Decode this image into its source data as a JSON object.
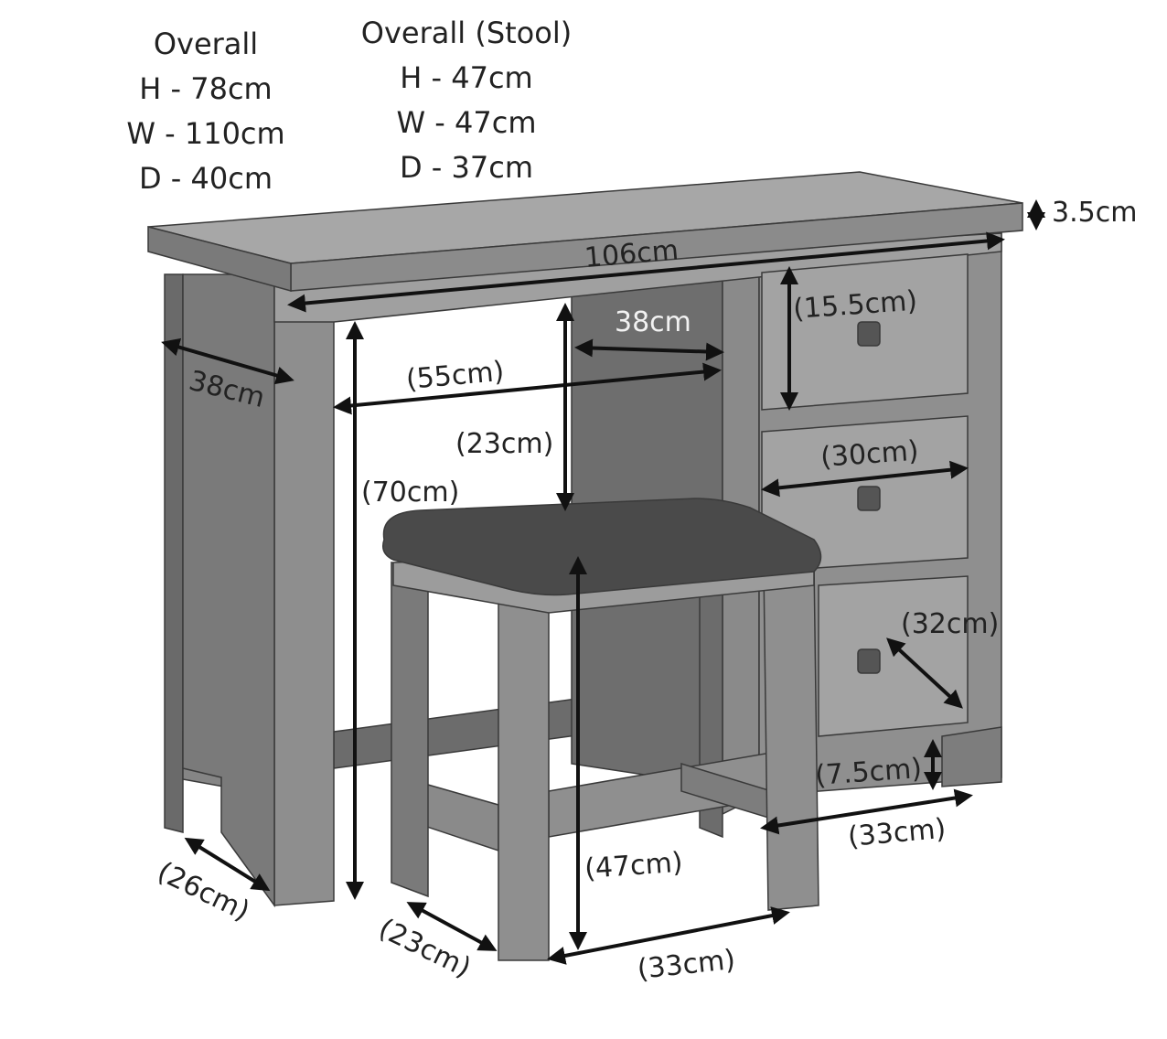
{
  "overall": {
    "title": "Overall",
    "height": "H - 78cm",
    "width": "W - 110cm",
    "depth": "D - 40cm"
  },
  "stool_overall": {
    "title": "Overall (Stool)",
    "height": "H - 47cm",
    "width": "W - 47cm",
    "depth": "D - 37cm"
  },
  "dimensions": {
    "top_thickness": "3.5cm",
    "top_width": "106cm",
    "side_depth": "38cm",
    "gap_depth": "38cm",
    "knee_width": "(55cm)",
    "knee_to_stool": "(23cm)",
    "knee_height": "(70cm)",
    "drawer_height": "(15.5cm)",
    "drawer_width": "(30cm)",
    "drawer_depth": "(32cm)",
    "plinth_height": "(7.5cm)",
    "pedestal_base": "(33cm)",
    "leg_depth": "(26cm)",
    "stool_depth": "(23cm)",
    "stool_height": "(47cm)",
    "stool_width": "(33cm)"
  },
  "colors": {
    "wood_light": "#9a9a9a",
    "wood_mid": "#7c7c7c",
    "wood_dark": "#5e5e5e",
    "seat": "#4a4a4a",
    "line": "#111111",
    "text": "#222222"
  }
}
